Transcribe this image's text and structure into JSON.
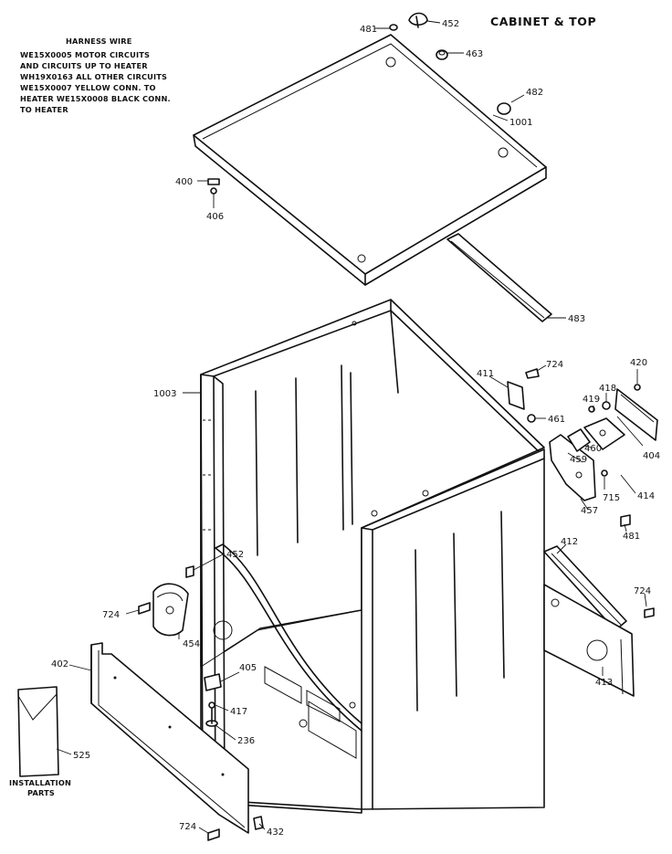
{
  "title": "CABINET & TOP",
  "harness_note": {
    "heading": "HARNESS WIRE",
    "lines": [
      "WE15X0005 MOTOR CIRCUITS",
      "AND CIRCUITS UP TO HEATER",
      "WH19X0163 ALL OTHER CIRCUITS",
      "WE15X0007 YELLOW CONN. TO",
      "HEATER WE15X0008 BLACK CONN.",
      "TO HEATER"
    ]
  },
  "install_label": [
    "INSTALLATION",
    "PARTS"
  ],
  "parts": {
    "p481a": "481",
    "p452a": "452",
    "p463a": "463",
    "p482": "482",
    "p1001": "1001",
    "p400": "400",
    "p406": "406",
    "p483": "483",
    "p1003": "1003",
    "p411": "411",
    "p724a": "724",
    "p420": "420",
    "p419": "419",
    "p418": "418",
    "p461": "461",
    "p460": "460",
    "p459": "459",
    "p404": "404",
    "p715": "715",
    "p414": "414",
    "p457": "457",
    "p481b": "481",
    "p412": "412",
    "p724b": "724",
    "p452b": "452",
    "p724c": "724",
    "p454": "454",
    "p413": "413",
    "p402": "402",
    "p405": "405",
    "p417": "417",
    "p236": "236",
    "p525": "525",
    "p724d": "724",
    "p432": "432"
  }
}
